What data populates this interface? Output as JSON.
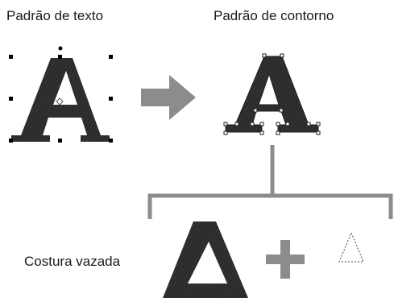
{
  "labels": {
    "text_pattern": "Padrão de texto",
    "outline_pattern": "Padrão de contorno",
    "hollow_stitch": "Costura vazada"
  },
  "colors": {
    "letter_fill": "#2b2b2b",
    "arrow_gray": "#8c8c8c",
    "connector_gray": "#8c8c8c",
    "plus_gray": "#8c8c8c",
    "handle_black": "#000000"
  },
  "icons": {
    "letter": "letter-a-embroidered",
    "arrow": "right-arrow",
    "plus": "plus-sign",
    "outline_triangle": "dashed-triangle-outline"
  }
}
